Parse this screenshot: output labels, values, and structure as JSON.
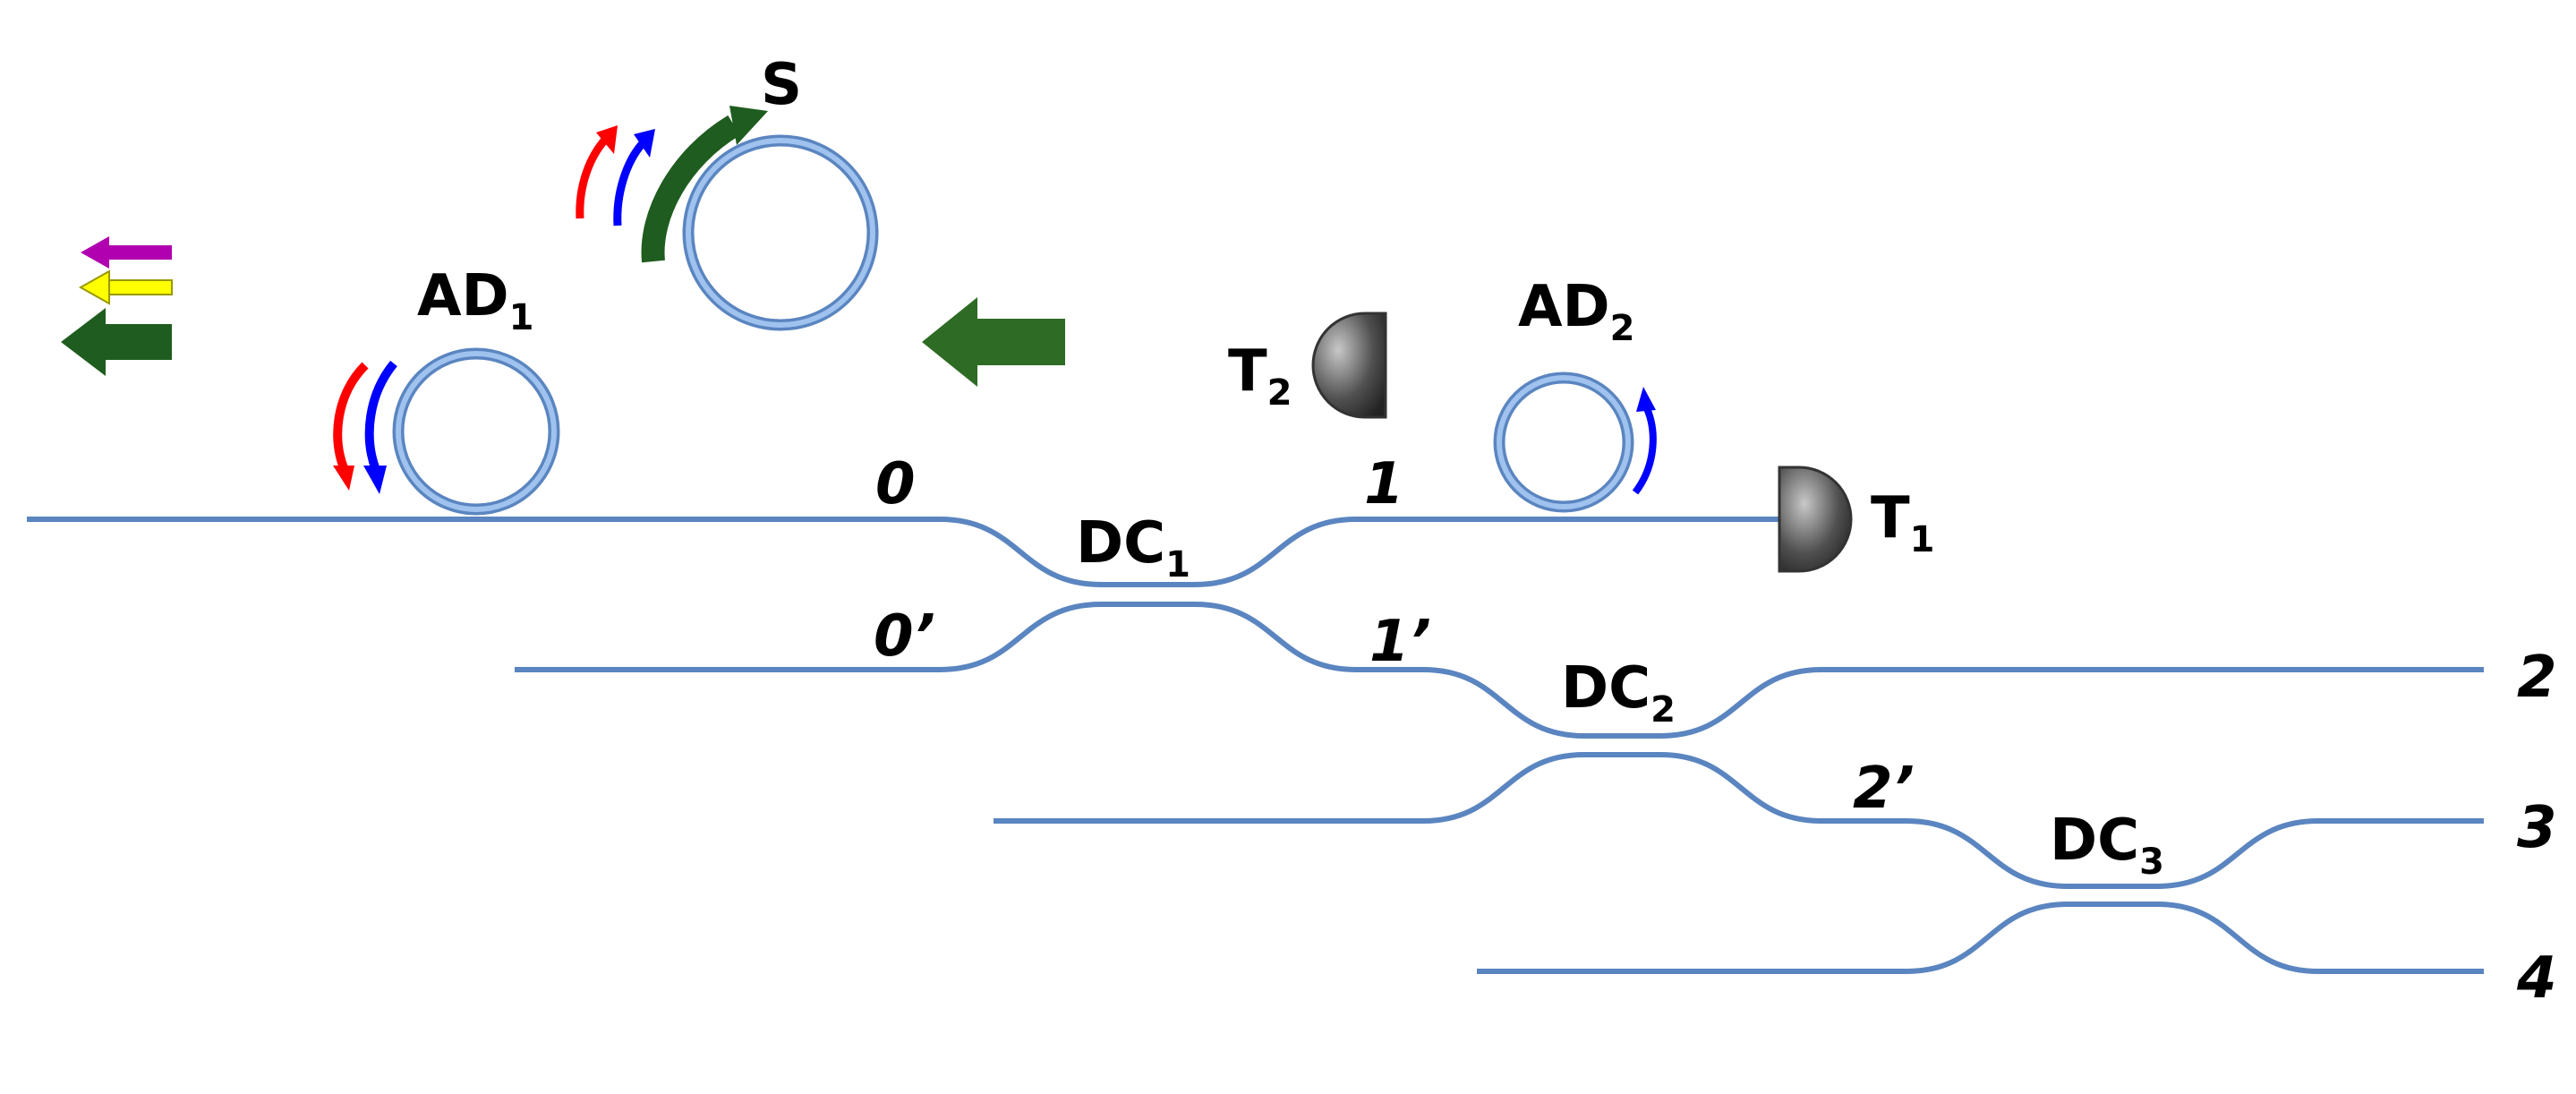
{
  "labels": {
    "source": "S",
    "ad1": "AD",
    "ad1_sub": "1",
    "ad2": "AD",
    "ad2_sub": "2",
    "t1": "T",
    "t1_sub": "1",
    "t2": "T",
    "t2_sub": "2",
    "dc1": "DC",
    "dc1_sub": "1",
    "dc2": "DC",
    "dc2_sub": "2",
    "dc3": "DC",
    "dc3_sub": "3"
  },
  "ports": {
    "p0": "0",
    "p0p": "0’",
    "p1": "1",
    "p1p": "1’",
    "p2p": "2’",
    "out2": "2",
    "out3": "3",
    "out4": "4"
  },
  "colors": {
    "waveguide": "#5a85c0",
    "ring": "#6b9bd6",
    "pump": "#1f5c1f",
    "signal_red": "#ff0000",
    "signal_blue": "#0000ff",
    "out_purple": "#b000b0",
    "out_yellow": "#ffff00",
    "detector": "#555555"
  }
}
